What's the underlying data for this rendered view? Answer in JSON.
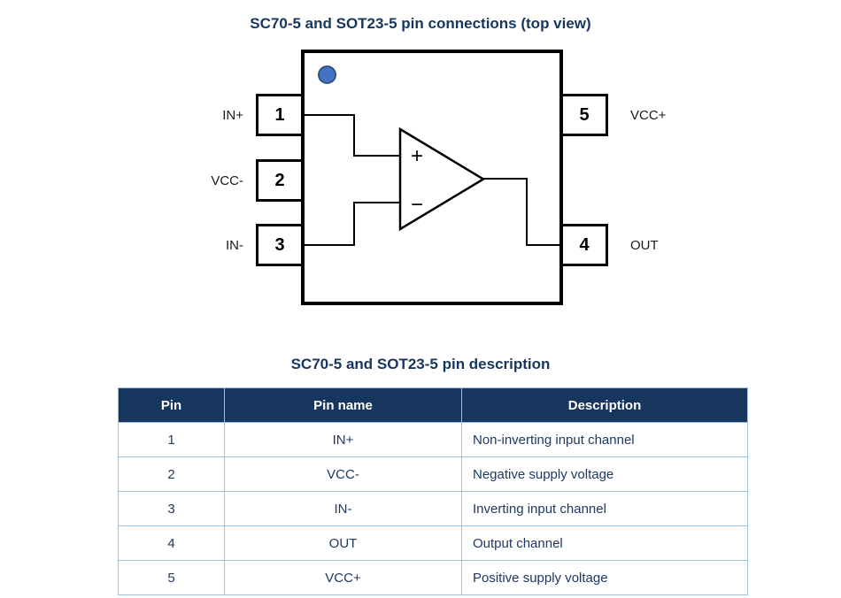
{
  "diagram": {
    "title": "SC70-5 and SOT23-5 pin connections (top view)",
    "left_pins": [
      {
        "number": "1",
        "label": "IN+"
      },
      {
        "number": "2",
        "label": "VCC-"
      },
      {
        "number": "3",
        "label": "IN-"
      }
    ],
    "right_pins": [
      {
        "number": "5",
        "label": "VCC+"
      },
      {
        "number": "4",
        "label": "OUT"
      }
    ],
    "opamp": {
      "noninverting_sign": "+",
      "inverting_sign": "−"
    }
  },
  "table": {
    "title": "SC70-5 and SOT23-5 pin description",
    "headers": [
      "Pin",
      "Pin name",
      "Description"
    ],
    "rows": [
      {
        "pin": "1",
        "name": "IN+",
        "description": "Non-inverting input channel"
      },
      {
        "pin": "2",
        "name": "VCC-",
        "description": "Negative supply voltage"
      },
      {
        "pin": "3",
        "name": "IN-",
        "description": "Inverting input channel"
      },
      {
        "pin": "4",
        "name": "OUT",
        "description": "Output channel"
      },
      {
        "pin": "5",
        "name": "VCC+",
        "description": "Positive supply voltage"
      }
    ]
  },
  "colors": {
    "accent_navy": "#17365D",
    "table_border": "#9CC3E6",
    "pin1_marker_blue": "#4472C4"
  }
}
